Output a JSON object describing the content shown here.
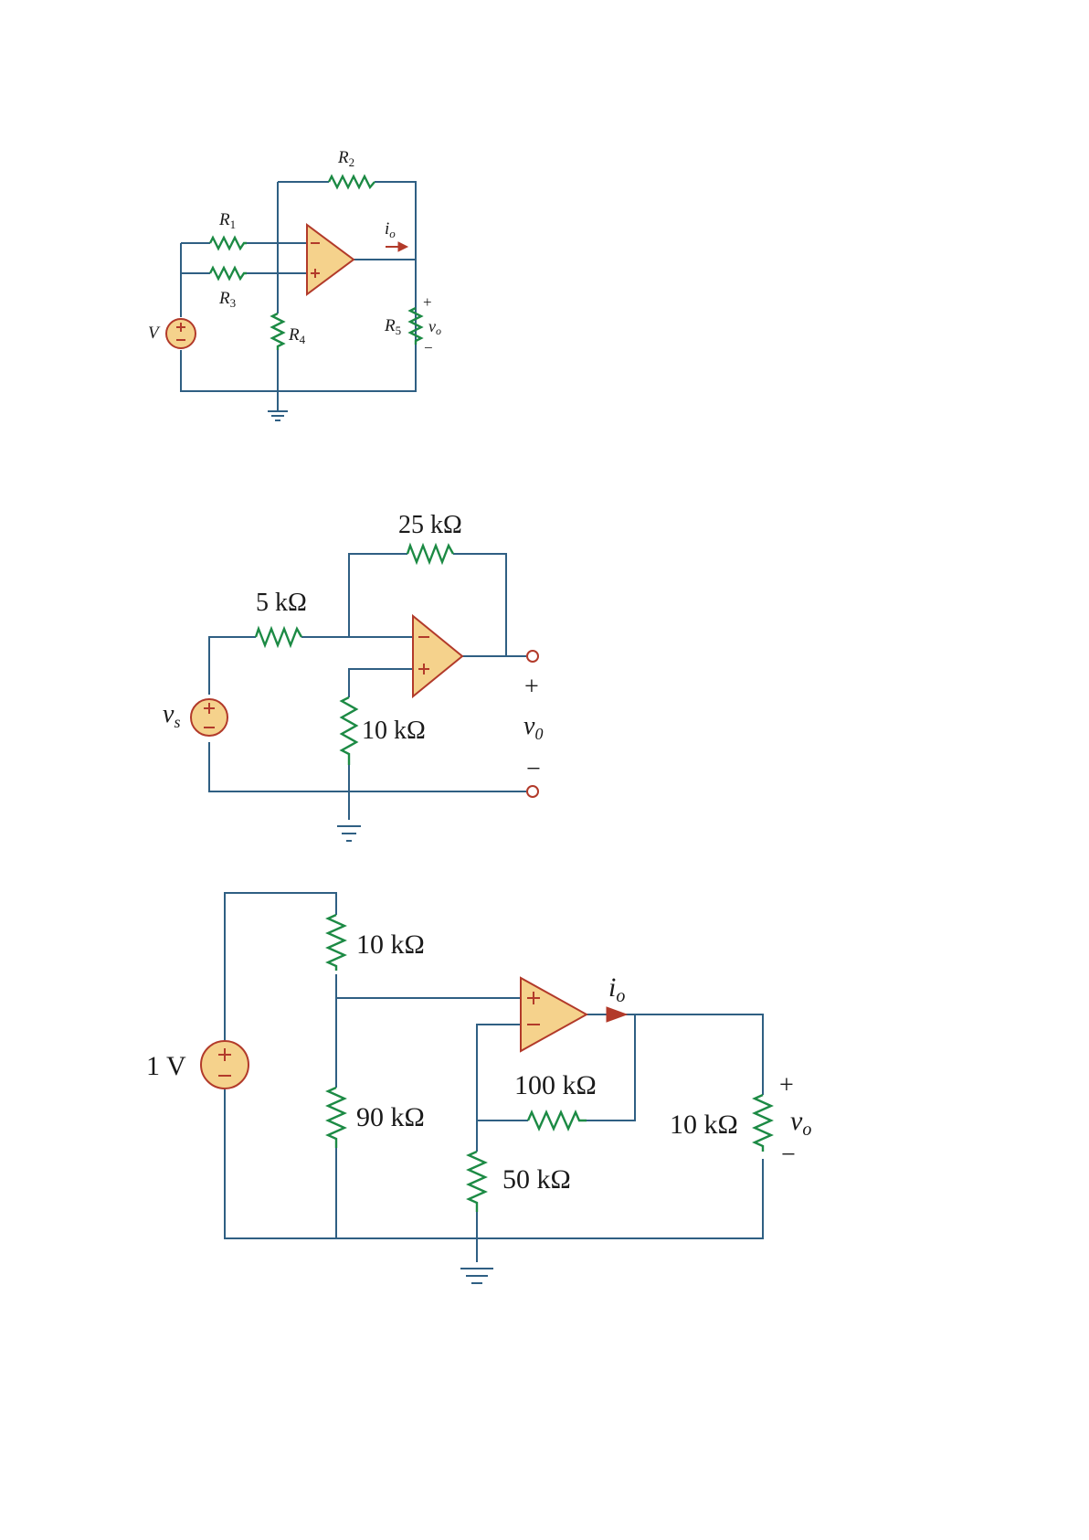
{
  "diagram1": {
    "r1": "R",
    "r1_sub": "1",
    "r2": "R",
    "r2_sub": "2",
    "r3": "R",
    "r3_sub": "3",
    "r4": "R",
    "r4_sub": "4",
    "r5": "R",
    "r5_sub": "5",
    "source": "V",
    "current": "i",
    "current_sub": "o",
    "output": "v",
    "output_sub": "o",
    "plus": "+",
    "minus": "−"
  },
  "diagram2": {
    "r_feedback": "25 kΩ",
    "r_input": "5 kΩ",
    "r_ground": "10 kΩ",
    "source": "v",
    "source_sub": "s",
    "output": "v",
    "output_sub": "0",
    "plus": "+",
    "minus": "−"
  },
  "diagram3": {
    "source": "1 V",
    "r_top": "10 kΩ",
    "r_bottom": "90 kΩ",
    "r_feedback": "100 kΩ",
    "r_ground": "50 kΩ",
    "r_load": "10 kΩ",
    "current": "i",
    "current_sub": "o",
    "output": "v",
    "output_sub": "o",
    "plus": "+",
    "minus": "−"
  }
}
